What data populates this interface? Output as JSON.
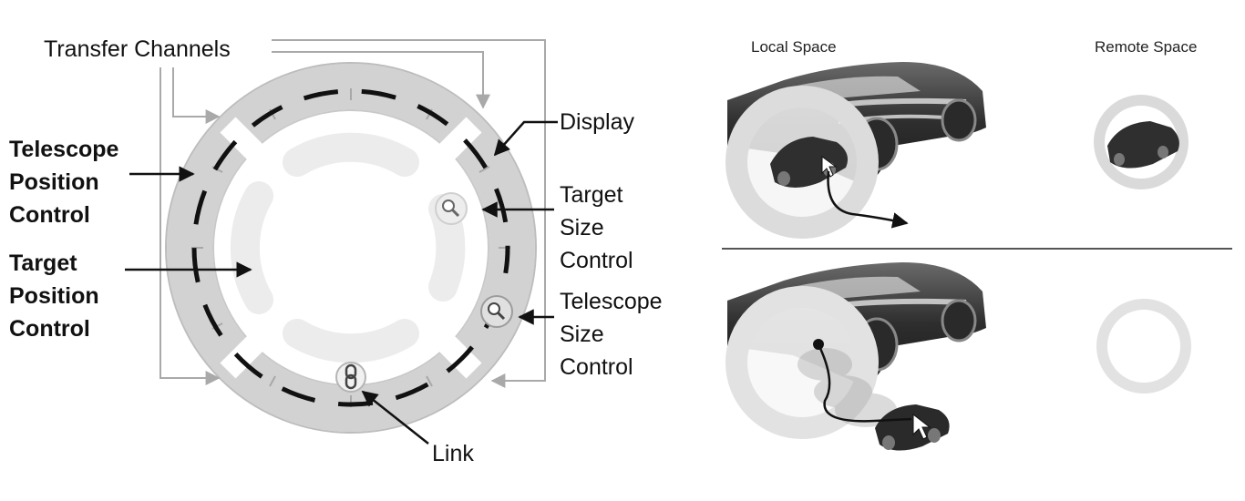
{
  "diagram": {
    "labels": {
      "transfer_channels": "Transfer Channels",
      "display": "Display",
      "telescope_position_control": [
        "Telescope",
        "Position",
        "Control"
      ],
      "target_position_control": [
        "Target",
        "Position",
        "Control"
      ],
      "target_size_control": [
        "Target",
        "Size",
        "Control"
      ],
      "telescope_size_control": [
        "Telescope",
        "Size",
        "Control"
      ],
      "link": "Link"
    },
    "panels": {
      "local_space": "Local Space",
      "remote_space": "Remote Space"
    },
    "icons": [
      "magnifier-icon",
      "link-icon",
      "car-image",
      "cursor-icon"
    ],
    "colors": {
      "ring_light": "#e6e6e6",
      "ring_mid": "#cfcfcf",
      "ring_edge": "#b8b8b8",
      "dash": "#111111",
      "leader": "#a9a9a9",
      "car_body": "#3a3a3a"
    }
  }
}
